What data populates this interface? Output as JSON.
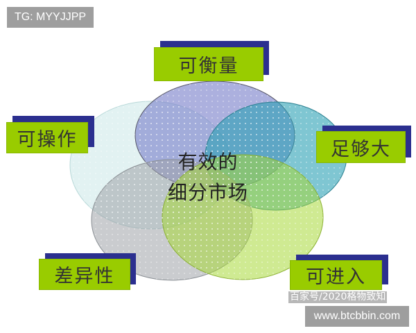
{
  "diagram": {
    "center": {
      "line1": "有效的",
      "line2": "细分市场"
    },
    "criteria": [
      {
        "label": "可衡量",
        "color": "#8a8fd0"
      },
      {
        "label": "足够大",
        "color": "#3aa8b8"
      },
      {
        "label": "可进入",
        "color": "#b8dd55"
      },
      {
        "label": "差异性",
        "color": "#a8a8b0"
      },
      {
        "label": "可操作",
        "color": "#d4ecec"
      }
    ],
    "label_color": "#99cc00",
    "shadow_color": "#2b2f8f"
  },
  "watermarks": {
    "top_left": "TG: MYYJJPP",
    "bottom_right": "www.btcbbin.com",
    "source": "百家号/2020格物致知"
  }
}
